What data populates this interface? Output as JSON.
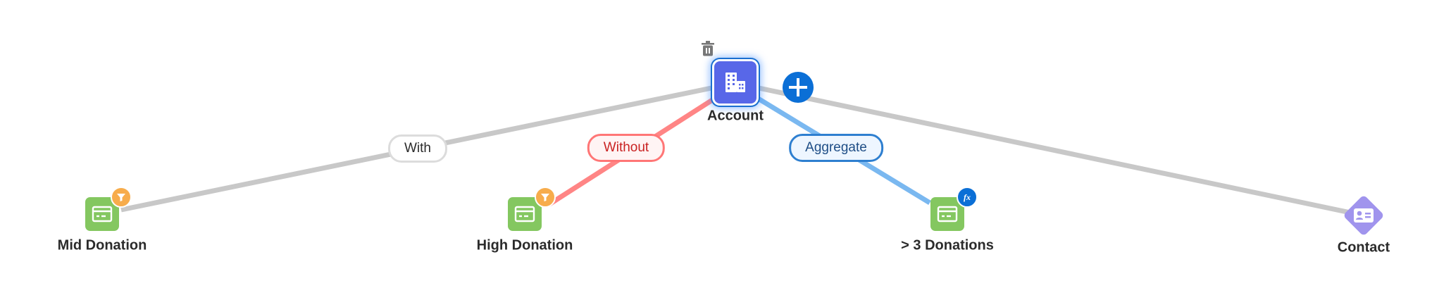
{
  "nodes": {
    "account": {
      "label": "Account"
    },
    "mid_donation": {
      "label": "Mid Donation"
    },
    "high_donation": {
      "label": "High Donation"
    },
    "gt3_donations": {
      "label": "> 3 Donations",
      "badge": "fx"
    },
    "contact": {
      "label": "Contact"
    }
  },
  "edges": {
    "with": {
      "label": "With"
    },
    "without": {
      "label": "Without"
    },
    "aggregate": {
      "label": "Aggregate"
    }
  },
  "colors": {
    "gray_edge": "#c8c8c8",
    "red_edge": "#ff8585",
    "blue_edge": "#7ab8f0",
    "account": "#5867e8",
    "donation": "#84c760",
    "contact": "#a094ed",
    "filter_badge": "#f7ac4b",
    "plus": "#0b6fd6"
  }
}
